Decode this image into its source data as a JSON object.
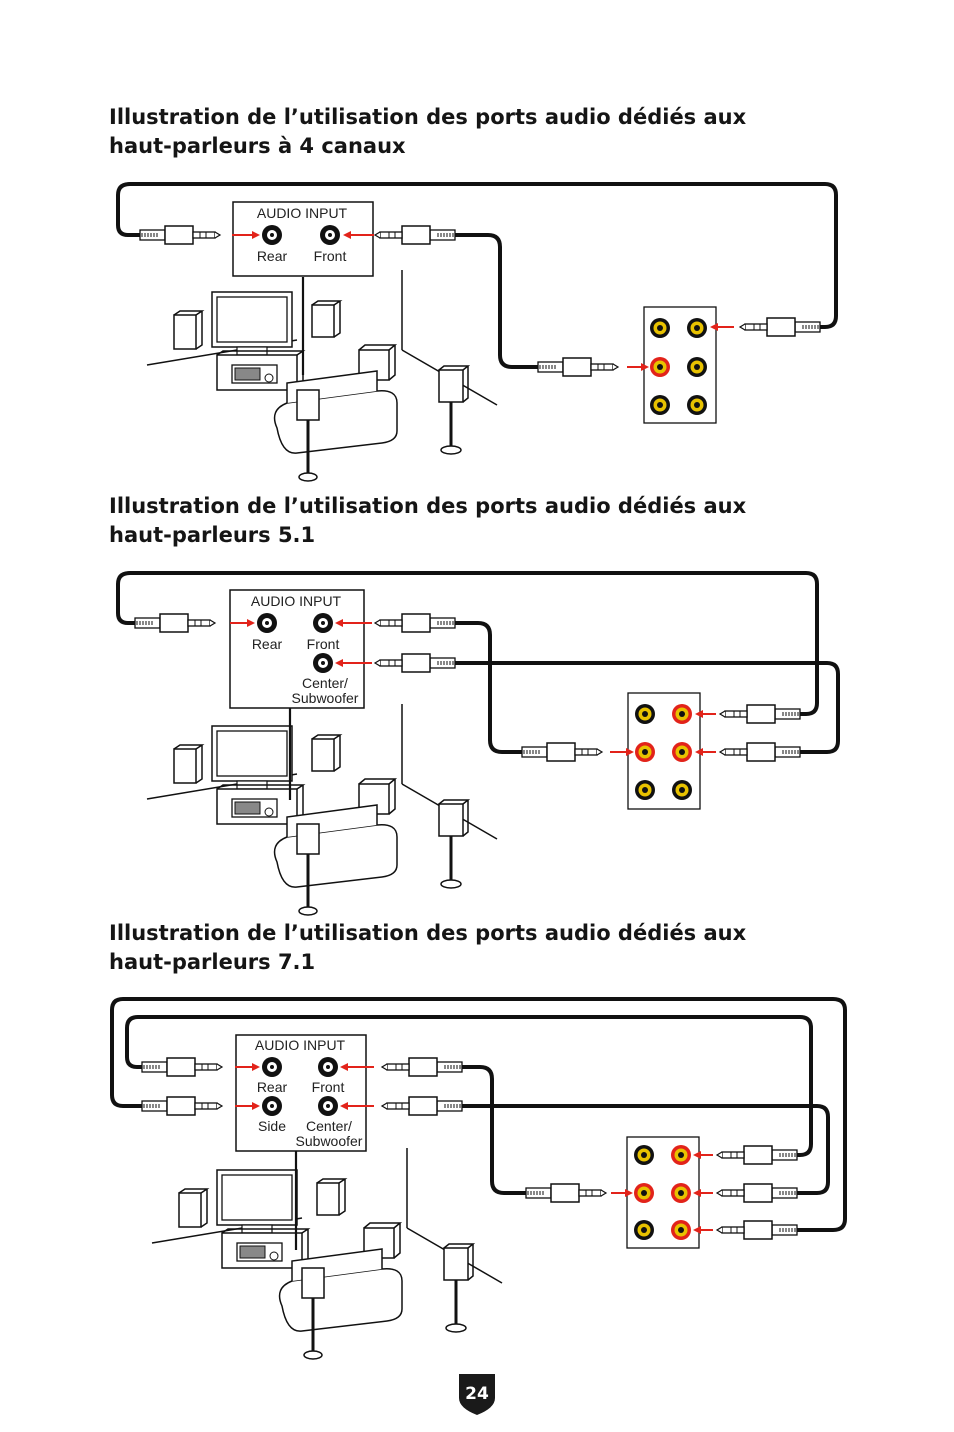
{
  "sections": [
    {
      "title": "Illustration de l’utilisation des ports audio dédiés aux haut-parleurs à 4 canaux",
      "audio_input_label": "AUDIO INPUT",
      "port_labels": [
        "Rear",
        "Front"
      ]
    },
    {
      "title": "Illustration de l’utilisation des ports audio dédiés aux haut-parleurs 5.1",
      "audio_input_label": "AUDIO INPUT",
      "port_labels": [
        "Rear",
        "Front",
        "Center/",
        "Subwoofer"
      ]
    },
    {
      "title": "Illustration de l’utilisation des ports audio dédiés aux haut-parleurs 7.1",
      "audio_input_label": "AUDIO INPUT",
      "port_labels": [
        "Rear",
        "Front",
        "Side",
        "Center/",
        "Subwoofer"
      ]
    }
  ],
  "page_number": "24",
  "colors": {
    "cable": "#111111",
    "arrow": "#e2231a",
    "jack_ring": "#e8c200",
    "jack_active": "#e2231a",
    "badge": "#1a1a1a"
  }
}
